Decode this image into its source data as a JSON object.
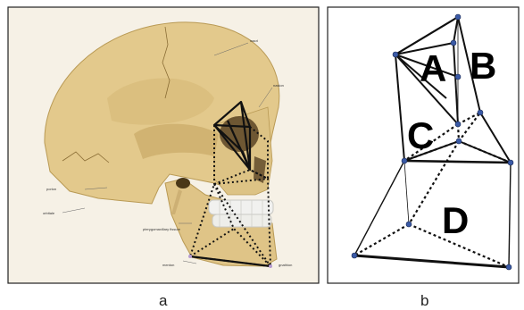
{
  "panels": [
    {
      "caption": "a",
      "annotations": [
        "inaot",
        "nasion",
        "porion",
        "orbitale",
        "pterygomaxillary fissure",
        "menton",
        "gnathion"
      ],
      "colors": {
        "skull": "#e3c98c",
        "skull_shadow": "#b99a55",
        "teeth": "#f1f1ef",
        "frame": "#222222"
      }
    },
    {
      "caption": "b",
      "regions": [
        "A",
        "B",
        "C",
        "D"
      ],
      "colors": {
        "point_fill": "#3a5aa6",
        "lines": "#111111"
      }
    }
  ]
}
